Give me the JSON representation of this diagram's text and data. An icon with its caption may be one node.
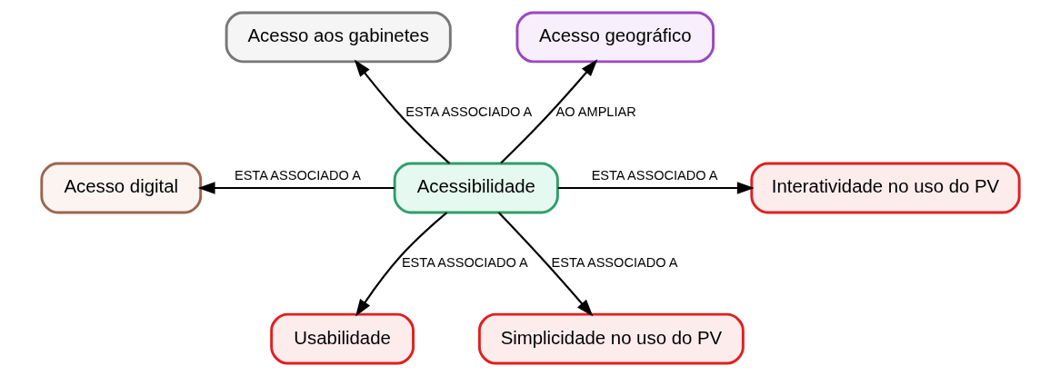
{
  "diagram": {
    "nodes": [
      {
        "text": [
          "Acessibilidade"
        ]
      },
      {
        "text": [
          "Acesso aos gabinetes"
        ]
      },
      {
        "text": [
          "Acesso geográfico"
        ]
      },
      {
        "text": [
          "Acesso digital"
        ]
      },
      {
        "text": [
          "Interatividade no uso do PV"
        ]
      },
      {
        "text": [
          "Usabilidade"
        ]
      },
      {
        "text": [
          "Simplicidade no uso do PV"
        ]
      }
    ],
    "edges": [
      {
        "from": 0,
        "to": 1,
        "arrow": "to",
        "label": "ESTA ASSOCIADO A"
      },
      {
        "from": 0,
        "to": 2,
        "arrow": "to",
        "label": "AO AMPLIAR"
      },
      {
        "from": 0,
        "to": 3,
        "arrow": "to",
        "label": "ESTA ASSOCIADO A"
      },
      {
        "from": 0,
        "to": 4,
        "arrow": "to",
        "label": "ESTA ASSOCIADO A"
      },
      {
        "from": 0,
        "to": 5,
        "arrow": "to",
        "label": "ESTA ASSOCIADO A"
      },
      {
        "from": 0,
        "to": 6,
        "arrow": "to",
        "label": "ESTA ASSOCIADO A"
      }
    ]
  }
}
